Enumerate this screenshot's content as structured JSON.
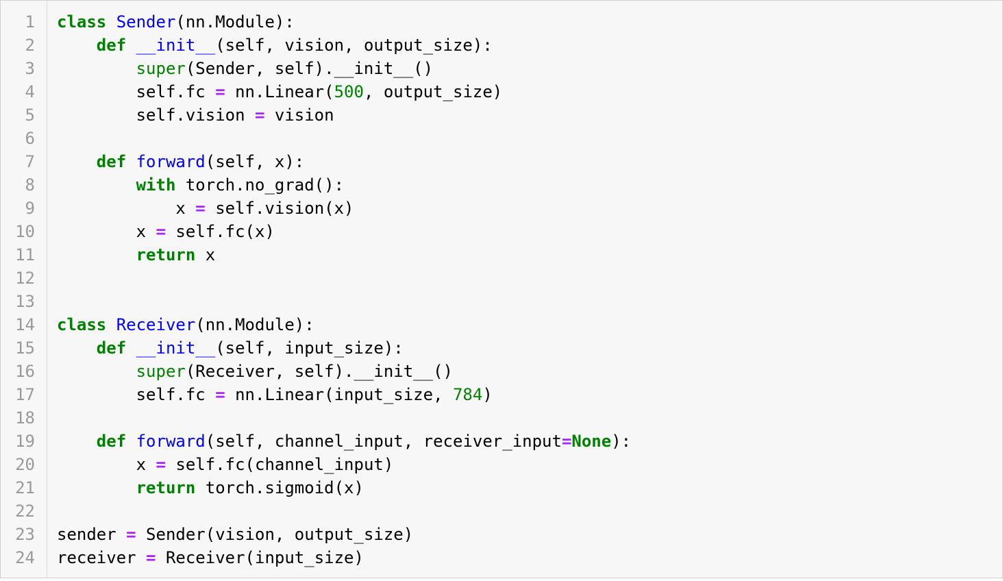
{
  "editor": {
    "colors": {
      "background": "#f7f7f7",
      "gutter_text": "#999999",
      "keyword": "#008000",
      "definition": "#0000ff",
      "operator": "#aa22ff",
      "number": "#008000",
      "builtin": "#008000",
      "text": "#000000"
    },
    "lines": [
      {
        "n": "1",
        "tokens": [
          {
            "t": "class",
            "k": "kw"
          },
          {
            "t": " ",
            "k": "plain"
          },
          {
            "t": "Sender",
            "k": "def"
          },
          {
            "t": "(nn.Module):",
            "k": "plain"
          }
        ]
      },
      {
        "n": "2",
        "tokens": [
          {
            "t": "    ",
            "k": "plain"
          },
          {
            "t": "def",
            "k": "kw"
          },
          {
            "t": " ",
            "k": "plain"
          },
          {
            "t": "__init__",
            "k": "def"
          },
          {
            "t": "(self, vision, output_size):",
            "k": "plain"
          }
        ]
      },
      {
        "n": "3",
        "tokens": [
          {
            "t": "        ",
            "k": "plain"
          },
          {
            "t": "super",
            "k": "bi"
          },
          {
            "t": "(Sender, self).__init__()",
            "k": "plain"
          }
        ]
      },
      {
        "n": "4",
        "tokens": [
          {
            "t": "        self.fc ",
            "k": "plain"
          },
          {
            "t": "=",
            "k": "op"
          },
          {
            "t": " nn.Linear(",
            "k": "plain"
          },
          {
            "t": "500",
            "k": "num"
          },
          {
            "t": ", output_size)",
            "k": "plain"
          }
        ]
      },
      {
        "n": "5",
        "tokens": [
          {
            "t": "        self.vision ",
            "k": "plain"
          },
          {
            "t": "=",
            "k": "op"
          },
          {
            "t": " vision",
            "k": "plain"
          }
        ]
      },
      {
        "n": "6",
        "tokens": []
      },
      {
        "n": "7",
        "tokens": [
          {
            "t": "    ",
            "k": "plain"
          },
          {
            "t": "def",
            "k": "kw"
          },
          {
            "t": " ",
            "k": "plain"
          },
          {
            "t": "forward",
            "k": "def"
          },
          {
            "t": "(self, x):",
            "k": "plain"
          }
        ]
      },
      {
        "n": "8",
        "tokens": [
          {
            "t": "        ",
            "k": "plain"
          },
          {
            "t": "with",
            "k": "kw"
          },
          {
            "t": " torch.no_grad():",
            "k": "plain"
          }
        ]
      },
      {
        "n": "9",
        "tokens": [
          {
            "t": "            x ",
            "k": "plain"
          },
          {
            "t": "=",
            "k": "op"
          },
          {
            "t": " self.vision(x)",
            "k": "plain"
          }
        ]
      },
      {
        "n": "10",
        "tokens": [
          {
            "t": "        x ",
            "k": "plain"
          },
          {
            "t": "=",
            "k": "op"
          },
          {
            "t": " self.fc(x)",
            "k": "plain"
          }
        ]
      },
      {
        "n": "11",
        "tokens": [
          {
            "t": "        ",
            "k": "plain"
          },
          {
            "t": "return",
            "k": "kw"
          },
          {
            "t": " x",
            "k": "plain"
          }
        ]
      },
      {
        "n": "12",
        "tokens": []
      },
      {
        "n": "13",
        "tokens": []
      },
      {
        "n": "14",
        "tokens": [
          {
            "t": "class",
            "k": "kw"
          },
          {
            "t": " ",
            "k": "plain"
          },
          {
            "t": "Receiver",
            "k": "def"
          },
          {
            "t": "(nn.Module):",
            "k": "plain"
          }
        ]
      },
      {
        "n": "15",
        "tokens": [
          {
            "t": "    ",
            "k": "plain"
          },
          {
            "t": "def",
            "k": "kw"
          },
          {
            "t": " ",
            "k": "plain"
          },
          {
            "t": "__init__",
            "k": "def"
          },
          {
            "t": "(self, input_size):",
            "k": "plain"
          }
        ]
      },
      {
        "n": "16",
        "tokens": [
          {
            "t": "        ",
            "k": "plain"
          },
          {
            "t": "super",
            "k": "bi"
          },
          {
            "t": "(Receiver, self).__init__()",
            "k": "plain"
          }
        ]
      },
      {
        "n": "17",
        "tokens": [
          {
            "t": "        self.fc ",
            "k": "plain"
          },
          {
            "t": "=",
            "k": "op"
          },
          {
            "t": " nn.Linear(input_size, ",
            "k": "plain"
          },
          {
            "t": "784",
            "k": "num"
          },
          {
            "t": ")",
            "k": "plain"
          }
        ]
      },
      {
        "n": "18",
        "tokens": []
      },
      {
        "n": "19",
        "tokens": [
          {
            "t": "    ",
            "k": "plain"
          },
          {
            "t": "def",
            "k": "kw"
          },
          {
            "t": " ",
            "k": "plain"
          },
          {
            "t": "forward",
            "k": "def"
          },
          {
            "t": "(self, channel_input, receiver_input",
            "k": "plain"
          },
          {
            "t": "=",
            "k": "op"
          },
          {
            "t": "None",
            "k": "kw"
          },
          {
            "t": "):",
            "k": "plain"
          }
        ]
      },
      {
        "n": "20",
        "tokens": [
          {
            "t": "        x ",
            "k": "plain"
          },
          {
            "t": "=",
            "k": "op"
          },
          {
            "t": " self.fc(channel_input)",
            "k": "plain"
          }
        ]
      },
      {
        "n": "21",
        "tokens": [
          {
            "t": "        ",
            "k": "plain"
          },
          {
            "t": "return",
            "k": "kw"
          },
          {
            "t": " torch.sigmoid(x)",
            "k": "plain"
          }
        ]
      },
      {
        "n": "22",
        "tokens": []
      },
      {
        "n": "23",
        "tokens": [
          {
            "t": "sender ",
            "k": "plain"
          },
          {
            "t": "=",
            "k": "op"
          },
          {
            "t": " Sender(vision, output_size)",
            "k": "plain"
          }
        ]
      },
      {
        "n": "24",
        "tokens": [
          {
            "t": "receiver ",
            "k": "plain"
          },
          {
            "t": "=",
            "k": "op"
          },
          {
            "t": " Receiver(input_size)",
            "k": "plain"
          }
        ]
      }
    ]
  }
}
